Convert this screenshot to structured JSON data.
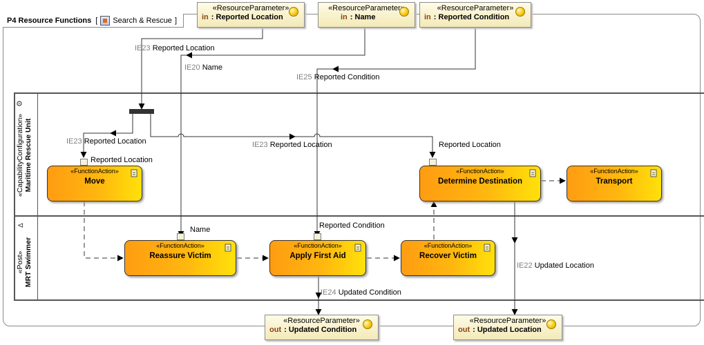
{
  "frame": {
    "title": "P4 Resource Functions",
    "behavior": "Search & Rescue"
  },
  "params": {
    "reported_location": {
      "stereo": "«ResourceParameter»",
      "dir": "in",
      "name": ": Reported Location"
    },
    "name": {
      "stereo": "«ResourceParameter»",
      "dir": "in",
      "name": ": Name"
    },
    "reported_condition": {
      "stereo": "«ResourceParameter»",
      "dir": "in",
      "name": ": Reported Condition"
    },
    "updated_condition": {
      "stereo": "«ResourceParameter»",
      "dir": "out",
      "name": ": Updated Condition"
    },
    "updated_location": {
      "stereo": "«ResourceParameter»",
      "dir": "out",
      "name": ": Updated Location"
    }
  },
  "lanes": {
    "top": {
      "stereo": "«CapabilityConfiguration»",
      "name": "Maritime Rescue Unit"
    },
    "bottom": {
      "stereo": "«Post»",
      "name": "MRT Swimmer"
    }
  },
  "actions": {
    "stereo": "«FunctionAction»",
    "move": "Move",
    "determine_destination": "Determine Destination",
    "transport": "Transport",
    "reassure_victim": "Reassure Victim",
    "apply_first_aid": "Apply First Aid",
    "recover_victim": "Recover Victim"
  },
  "flows": {
    "ie23_top": {
      "id": "IE23",
      "label": "Reported Location"
    },
    "ie20": {
      "id": "IE20",
      "label": "Name"
    },
    "ie25": {
      "id": "IE25",
      "label": "Reported Condition"
    },
    "ie23_move": {
      "id": "IE23",
      "label": "Reported Location"
    },
    "ie23_mid": {
      "id": "IE23",
      "label": "Reported Location"
    },
    "ie22": {
      "id": "IE22",
      "label": "Updated Location"
    },
    "ie24": {
      "id": "IE24",
      "label": "Updated Condition"
    }
  },
  "pins": {
    "move_in": "Reported Location",
    "determine_in": "Reported Location",
    "reassure_in": "Name",
    "firstaid_in": "Reported Condition"
  }
}
